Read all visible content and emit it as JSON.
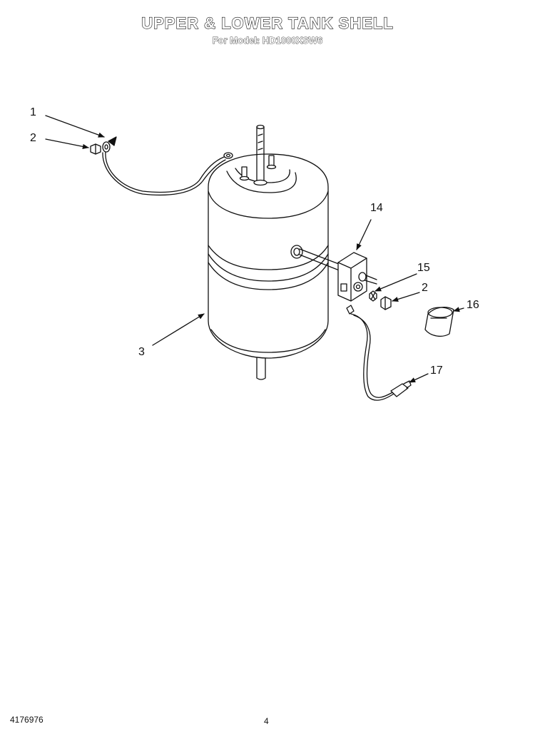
{
  "title": "UPPER & LOWER TANK SHELL",
  "subtitle": "For Model: HD1000XSW6",
  "callouts": {
    "c1": "1",
    "c2a": "2",
    "c3": "3",
    "c14": "14",
    "c15": "15",
    "c2b": "2",
    "c16": "16",
    "c17": "17"
  },
  "footer": {
    "part_number": "4176976",
    "page_number": "4"
  },
  "colors": {
    "line": "#111111",
    "background": "#ffffff"
  }
}
